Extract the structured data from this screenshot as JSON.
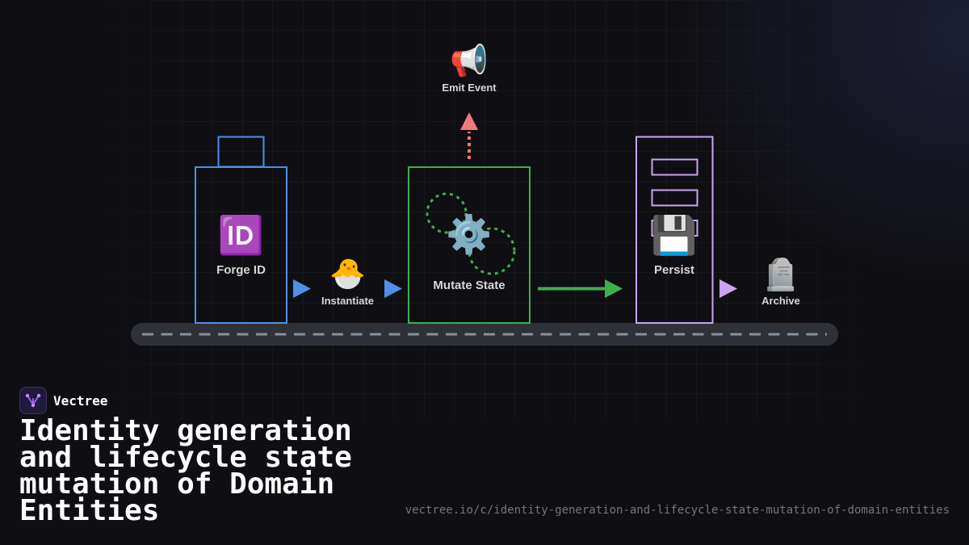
{
  "diagram": {
    "stages": [
      {
        "id": "forge",
        "label": "Forge ID",
        "icon": "🆔",
        "icon_name": "id-icon",
        "color": "#4f8fe6"
      },
      {
        "id": "instantiate",
        "label": "Instantiate",
        "icon": "🐣",
        "icon_name": "hatching-chick-icon"
      },
      {
        "id": "mutate",
        "label": "Mutate State",
        "icon": "⚙️",
        "icon_name": "gear-icon",
        "color": "#3fae4f"
      },
      {
        "id": "emit",
        "label": "Emit Event",
        "icon": "📢",
        "icon_name": "megaphone-icon",
        "color": "#f07a7a"
      },
      {
        "id": "persist",
        "label": "Persist",
        "icon": "💾",
        "icon_name": "floppy-disk-icon",
        "color": "#c9a4f0"
      },
      {
        "id": "archive",
        "label": "Archive",
        "icon": "🪦",
        "icon_name": "headstone-icon"
      }
    ],
    "track_color": "#2e3238"
  },
  "brand": {
    "name": "Vectree",
    "logo_icon": "vectree-logo-icon",
    "accent": "#a05cf0"
  },
  "title": "Identity generation and lifecycle state mutation of Domain Entities",
  "url": "vectree.io/c/identity-generation-and-lifecycle-state-mutation-of-domain-entities"
}
